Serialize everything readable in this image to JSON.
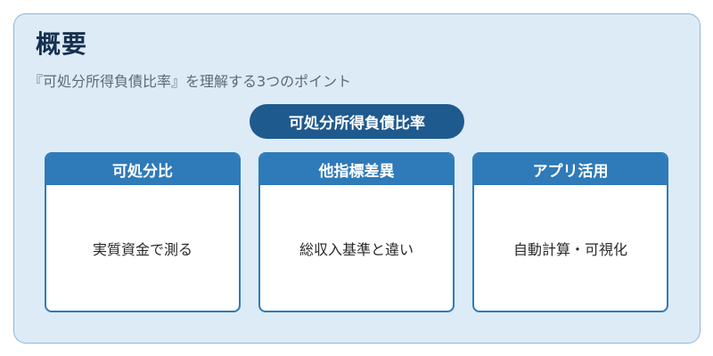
{
  "header": {
    "title": "概要",
    "subtitle": "『可処分所得負債比率』を理解する3つのポイント"
  },
  "center": {
    "label": "可処分所得負債比率"
  },
  "cards": [
    {
      "title": "可処分比",
      "body": "実質資金で測る"
    },
    {
      "title": "他指標差異",
      "body": "総収入基準と違い"
    },
    {
      "title": "アプリ活用",
      "body": "自動計算・可視化"
    }
  ],
  "colors": {
    "background": "#ddebf7",
    "pill": "#1f5a8e",
    "card_header": "#2f7ab8",
    "title_text": "#15304f"
  }
}
